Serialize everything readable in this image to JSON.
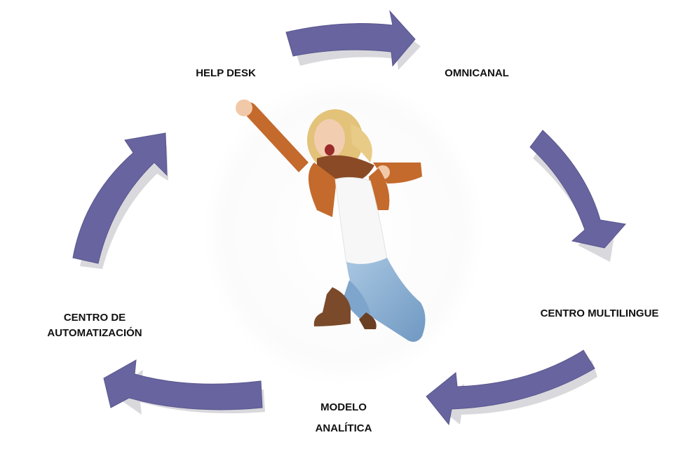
{
  "labels": {
    "help_desk": "HELP DESK",
    "omnicanal": "OMNICANAL",
    "centro_multilingue": "CENTRO MULTILINGUE",
    "modelo_line1": "MODELO",
    "modelo_line2": "ANALÍTICA",
    "automatizacion_line1": "CENTRO DE",
    "automatizacion_line2": "AUTOMATIZACIÓN"
  },
  "colors": {
    "arrow_fill": "#67649f",
    "arrow_shadow": "#c9c9cf",
    "jacket": "#c46a2d",
    "jeans": "#8fb4d6",
    "hair": "#e3c27a",
    "boots": "#7a4a2a"
  },
  "arrows": [
    "arrow-top",
    "arrow-right",
    "arrow-bottom-right",
    "arrow-bottom-left",
    "arrow-left"
  ]
}
